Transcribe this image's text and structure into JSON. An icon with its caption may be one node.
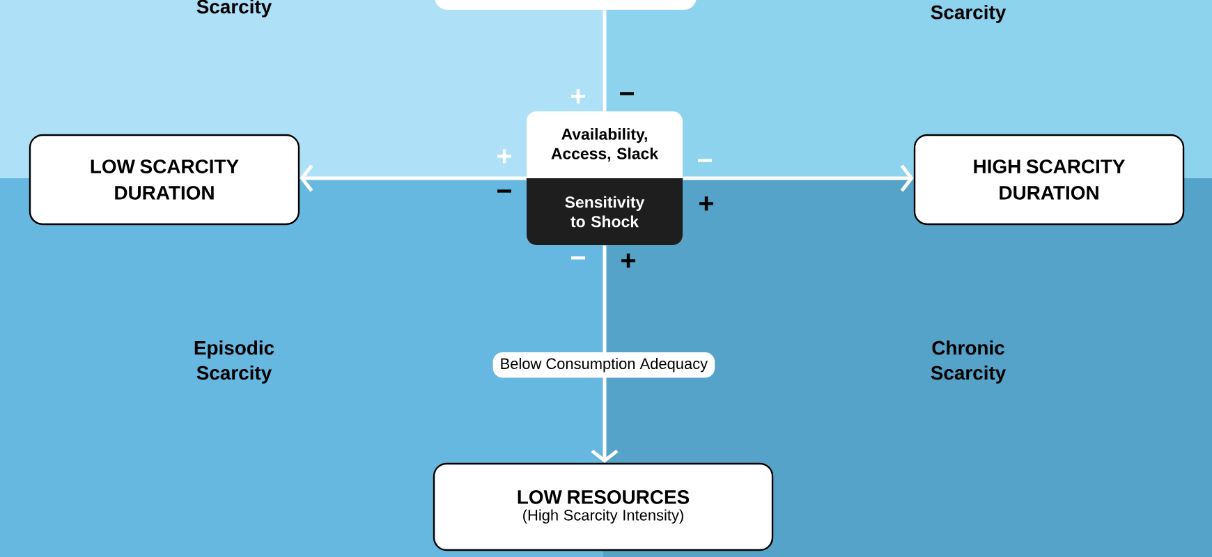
{
  "diagram": {
    "nodes": [
      {
        "text": [
          "Availability, Access, Slack",
          "Sensitivity to Shock"
        ]
      },
      {
        "text": [
          "LOW SCARCITY DURATION"
        ]
      },
      {
        "text": [
          "HIGH SCARCITY DURATION"
        ]
      },
      {
        "text": [
          "LOW RESOURCES",
          "(High Scarcity Intensity)"
        ]
      },
      {
        "text": [],
        "shape": "box"
      }
    ],
    "edges": [
      {
        "from": 0,
        "to": 1,
        "arrow": "to"
      },
      {
        "from": 0,
        "to": 2,
        "arrow": "to"
      },
      {
        "from": 0,
        "to": 3,
        "arrow": "to",
        "label": "Below Consumption Adequacy"
      },
      {
        "from": 0,
        "to": 4,
        "arrow": "none"
      }
    ],
    "labels": [
      "Scarcity",
      "Scarcity",
      "+",
      "−",
      "+",
      "−",
      "−",
      "+",
      "−",
      "+",
      "Episodic Scarcity",
      "Chronic Scarcity"
    ]
  }
}
